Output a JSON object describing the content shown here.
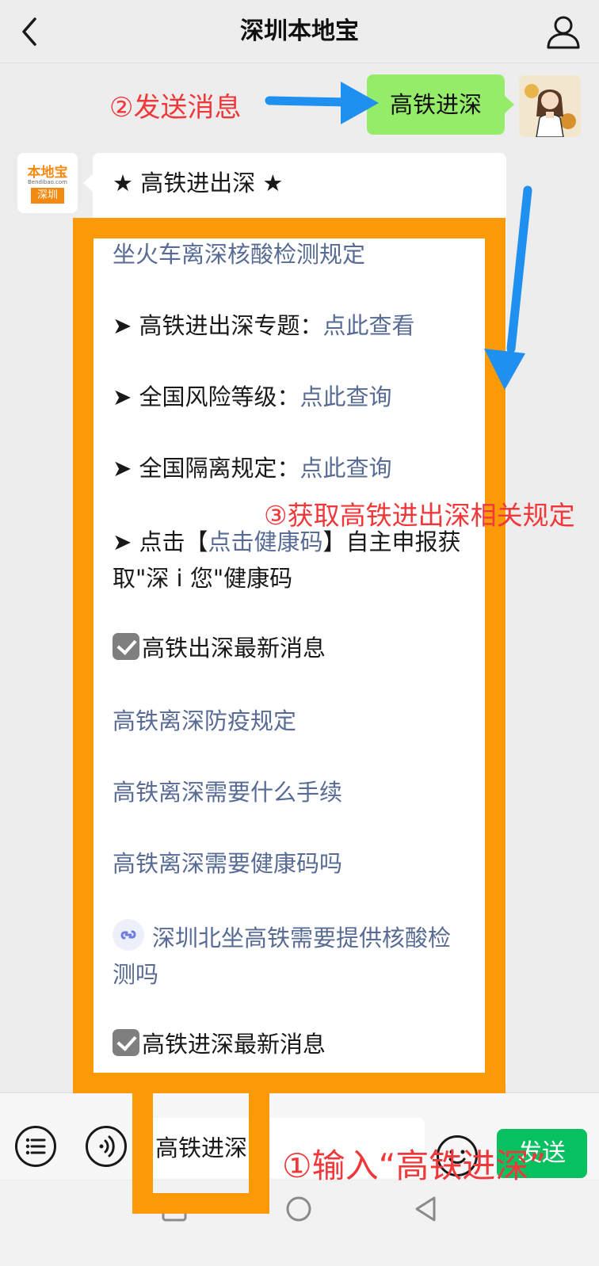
{
  "header": {
    "title": "深圳本地宝"
  },
  "annotations": {
    "step2": "②发送消息",
    "step3": "③获取高铁进出深相关规定",
    "step1": "①输入“高铁进深”"
  },
  "sent_message": {
    "text": "高铁进深"
  },
  "bot_avatar": {
    "brand": "本地宝",
    "domain": "Bendibao.com",
    "city": "深圳"
  },
  "reply": {
    "title": "★ 高铁进出深 ★",
    "link_top": "坐火车离深核酸检测规定",
    "items": [
      {
        "label": "➤ 高铁进出深专题：",
        "link": "点此查看"
      },
      {
        "label": "➤ 全国风险等级：",
        "link": "点此查询"
      },
      {
        "label": "➤ 全国隔离规定：",
        "link": "点此查询"
      }
    ],
    "health_code": {
      "prefix": "➤ 点击【",
      "link": "点击健康码",
      "suffix_line1": "】自主申报获",
      "line2": "取\"深 i 您\"健康码"
    },
    "section1_title": "高铁出深最新消息",
    "section1_links": [
      "高铁离深防疫规定",
      "高铁离深需要什么手续",
      "高铁离深需要健康码吗"
    ],
    "miniprogram": {
      "line1": "深圳北坐高铁需要提供核酸检",
      "line2": "测吗"
    },
    "section2_title": "高铁进深最新消息"
  },
  "input": {
    "value": "高铁进深"
  },
  "send_button": {
    "label": "发送"
  },
  "colors": {
    "orange_frame": "#fb9a08",
    "annotation_red": "#f0383b",
    "arrow_blue": "#1f8ff0",
    "sent_bubble": "#95ec69",
    "send_button": "#07c160",
    "link": "#576b95"
  }
}
